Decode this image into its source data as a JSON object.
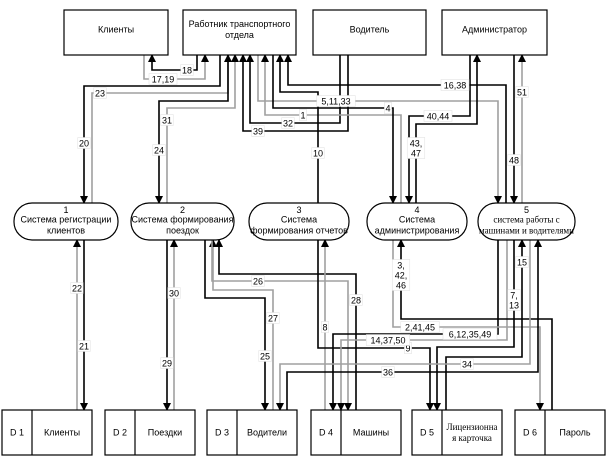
{
  "externals": [
    {
      "lines": [
        "Клиенты"
      ]
    },
    {
      "lines": [
        "Работник транспортного",
        "отдела"
      ]
    },
    {
      "lines": [
        "Водитель"
      ]
    },
    {
      "lines": [
        "Администратор"
      ]
    }
  ],
  "processes": [
    {
      "number": "1",
      "lines": [
        "Система регистрации",
        "клиентов"
      ]
    },
    {
      "number": "2",
      "lines": [
        "Система формирования",
        "поездок"
      ]
    },
    {
      "number": "3",
      "lines": [
        "Система",
        "формирования отчетов"
      ]
    },
    {
      "number": "4",
      "lines": [
        "Система",
        "администрирования"
      ]
    },
    {
      "number": "5",
      "lines": [
        "система работы с",
        "машинами и водителями"
      ]
    }
  ],
  "stores": [
    {
      "id": "D 1",
      "lines": [
        "Клиенты"
      ]
    },
    {
      "id": "D 2",
      "lines": [
        "Поездки"
      ]
    },
    {
      "id": "D 3",
      "lines": [
        "Водители"
      ]
    },
    {
      "id": "D 4",
      "lines": [
        "Машины"
      ]
    },
    {
      "id": "D 5",
      "lines": [
        "Лицензионна",
        "я карточка"
      ]
    },
    {
      "id": "D 6",
      "lines": [
        "Пароль"
      ]
    }
  ],
  "flows": [
    "18",
    "17,19",
    "20",
    "23",
    "24",
    "31",
    "39",
    "32",
    "1",
    "16,38",
    "5,11,33",
    "4",
    "10",
    "40,44",
    "43,\n47",
    "48",
    "51",
    "22",
    "21",
    "29",
    "30",
    "25",
    "27",
    "26",
    "28",
    "8",
    "9",
    "14,37,50",
    "6,12,35,49",
    "2,41,45",
    "3,\n42,\n46",
    "7,\n13",
    "15",
    "34",
    "36"
  ],
  "colors": {
    "line_dark": "#000000",
    "line_gray": "#a0a0a0"
  }
}
